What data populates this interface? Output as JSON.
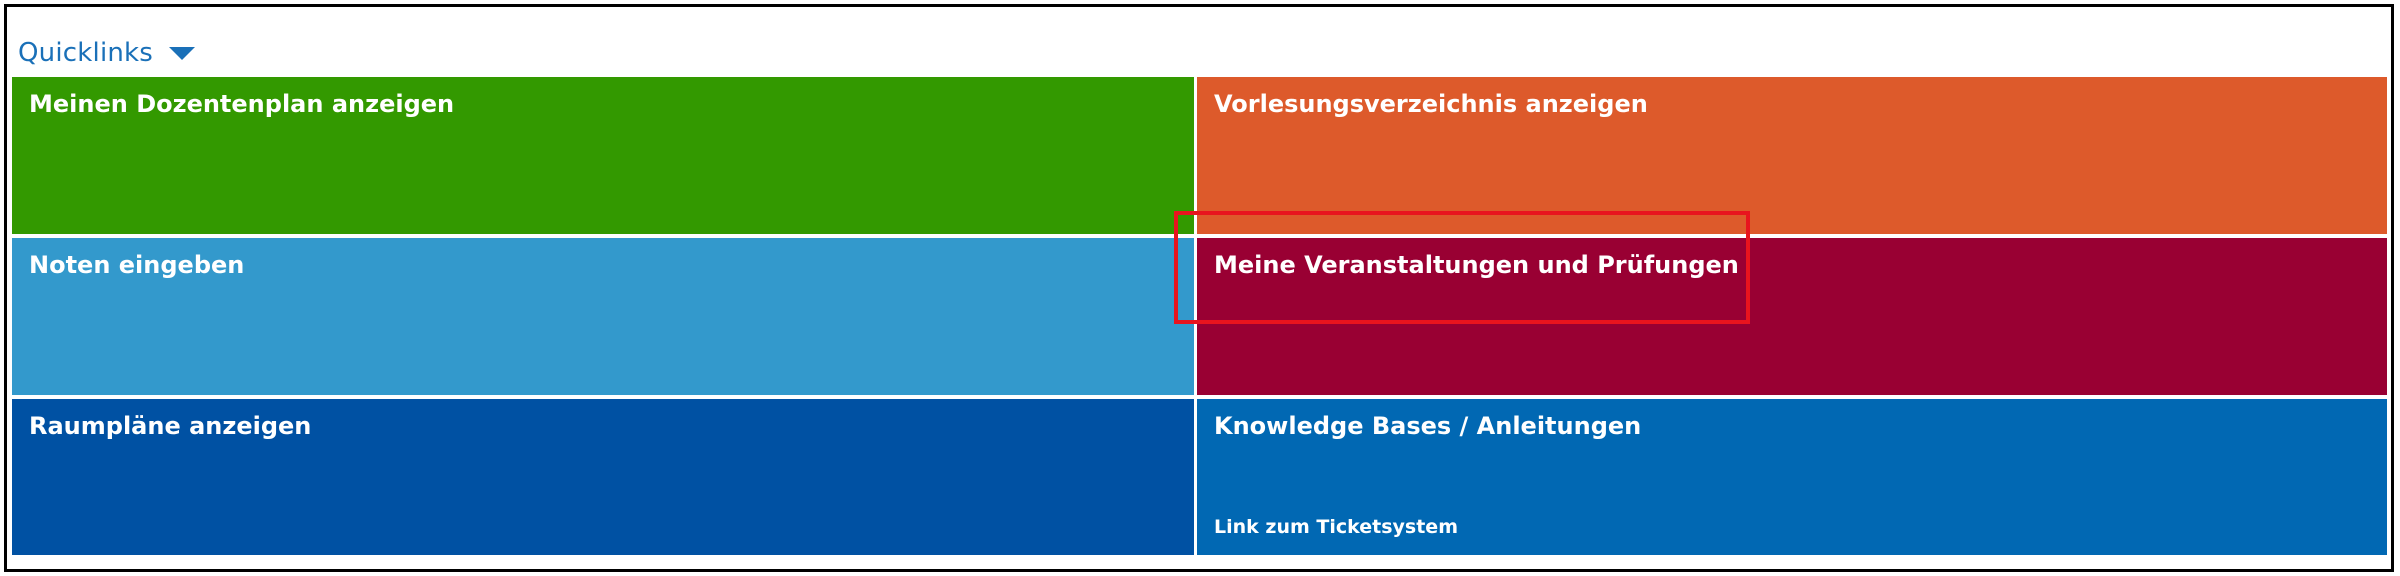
{
  "header": {
    "title": "Quicklinks",
    "toggle_icon": "chevron-down-icon",
    "accent_color": "#1a70b8"
  },
  "tiles": [
    {
      "label": "Meinen Dozentenplan anzeigen",
      "color": "#339900"
    },
    {
      "label": "Vorlesungsverzeichnis anzeigen",
      "color": "#dd5a2b"
    },
    {
      "label": "Noten eingeben",
      "color": "#3399cc"
    },
    {
      "label": "Meine Veranstaltungen und Prüfungen",
      "color": "#990033"
    },
    {
      "label": "Raumpläne anzeigen",
      "color": "#0051a3"
    },
    {
      "label": "Knowledge Bases / Anleitungen",
      "sublink": "Link zum Ticketsystem",
      "color": "#0168b3"
    }
  ],
  "annotation": {
    "highlight_color": "#e8141e",
    "highlighted_tile": "Meine Veranstaltungen und Prüfungen"
  }
}
